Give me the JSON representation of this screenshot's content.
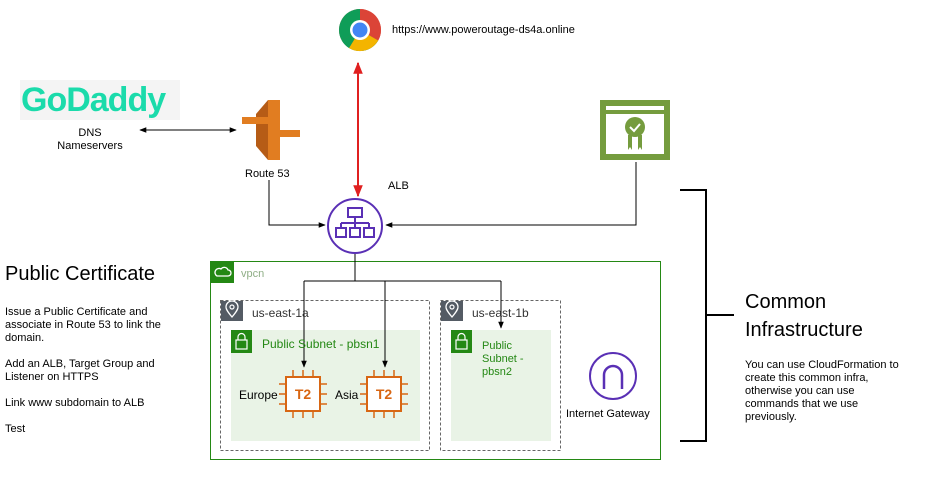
{
  "browser": {
    "url": "https://www.poweroutage-ds4a.online",
    "icon": "chrome-icon"
  },
  "godaddy": {
    "logo_text": "GoDaddy",
    "label_line1": "DNS",
    "label_line2": "Nameservers",
    "brand_color": "#1bdbab"
  },
  "route53": {
    "label": "Route 53",
    "icon": "route53-icon"
  },
  "alb": {
    "label": "ALB",
    "icon": "load-balancer-icon"
  },
  "certificate": {
    "icon": "certificate-manager-icon"
  },
  "vpc": {
    "label": "vpcn"
  },
  "az1": {
    "label": "us-east-1a",
    "subnet_label": "Public Subnet - pbsn1",
    "instances": [
      {
        "region": "Europe",
        "type": "T2"
      },
      {
        "region": "Asia",
        "type": "T2"
      }
    ]
  },
  "az2": {
    "label": "us-east-1b",
    "subnet_line1": "Public",
    "subnet_line2": "Subnet -",
    "subnet_line3": "pbsn2"
  },
  "igw": {
    "label": "Internet Gateway"
  },
  "left_panel": {
    "title": "Public Certificate",
    "steps": [
      {
        "line1": "Issue a Public Certificate and",
        "line2": "associate in Route 53 to link the",
        "line3": "domain."
      },
      {
        "line1": "Add an ALB, Target Group and",
        "line2": "Listener on HTTPS"
      },
      {
        "line1": "Link www subdomain to ALB"
      },
      {
        "line1": "Test"
      }
    ]
  },
  "right_panel": {
    "title_line1": "Common",
    "title_line2": "Infrastructure",
    "desc_line1": "You can use CloudFormation to",
    "desc_line2": "create this common infra,",
    "desc_line3": "otherwise you can use",
    "desc_line4": "commands that we use",
    "desc_line5": "previously."
  },
  "colors": {
    "green": "#248814",
    "subnet_fill": "#e9f3e6",
    "purple": "#5a30b5",
    "orange": "#d86613",
    "red": "#e02020",
    "route53_orange": "#e17d21"
  }
}
